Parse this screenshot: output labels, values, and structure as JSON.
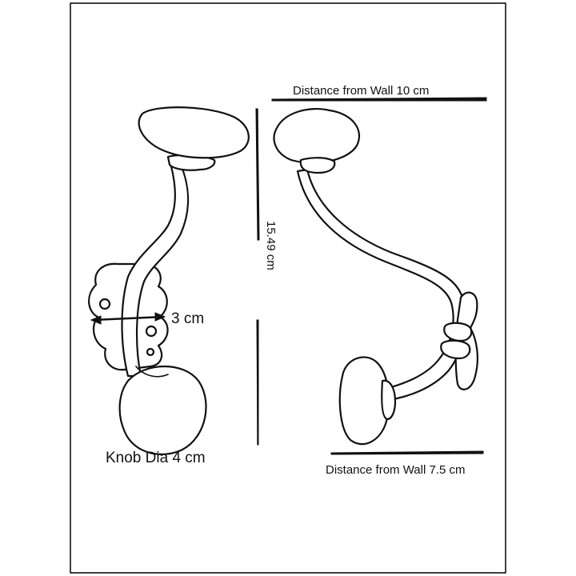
{
  "labels": {
    "distance_top": "Distance from Wall 10 cm",
    "height": "15.49 cm",
    "width": "3 cm",
    "knob": "Knob Dia 4 cm",
    "distance_bottom": "Distance from Wall 7.5 cm"
  },
  "colors": {
    "ink": "#111111",
    "background": "#ffffff"
  }
}
